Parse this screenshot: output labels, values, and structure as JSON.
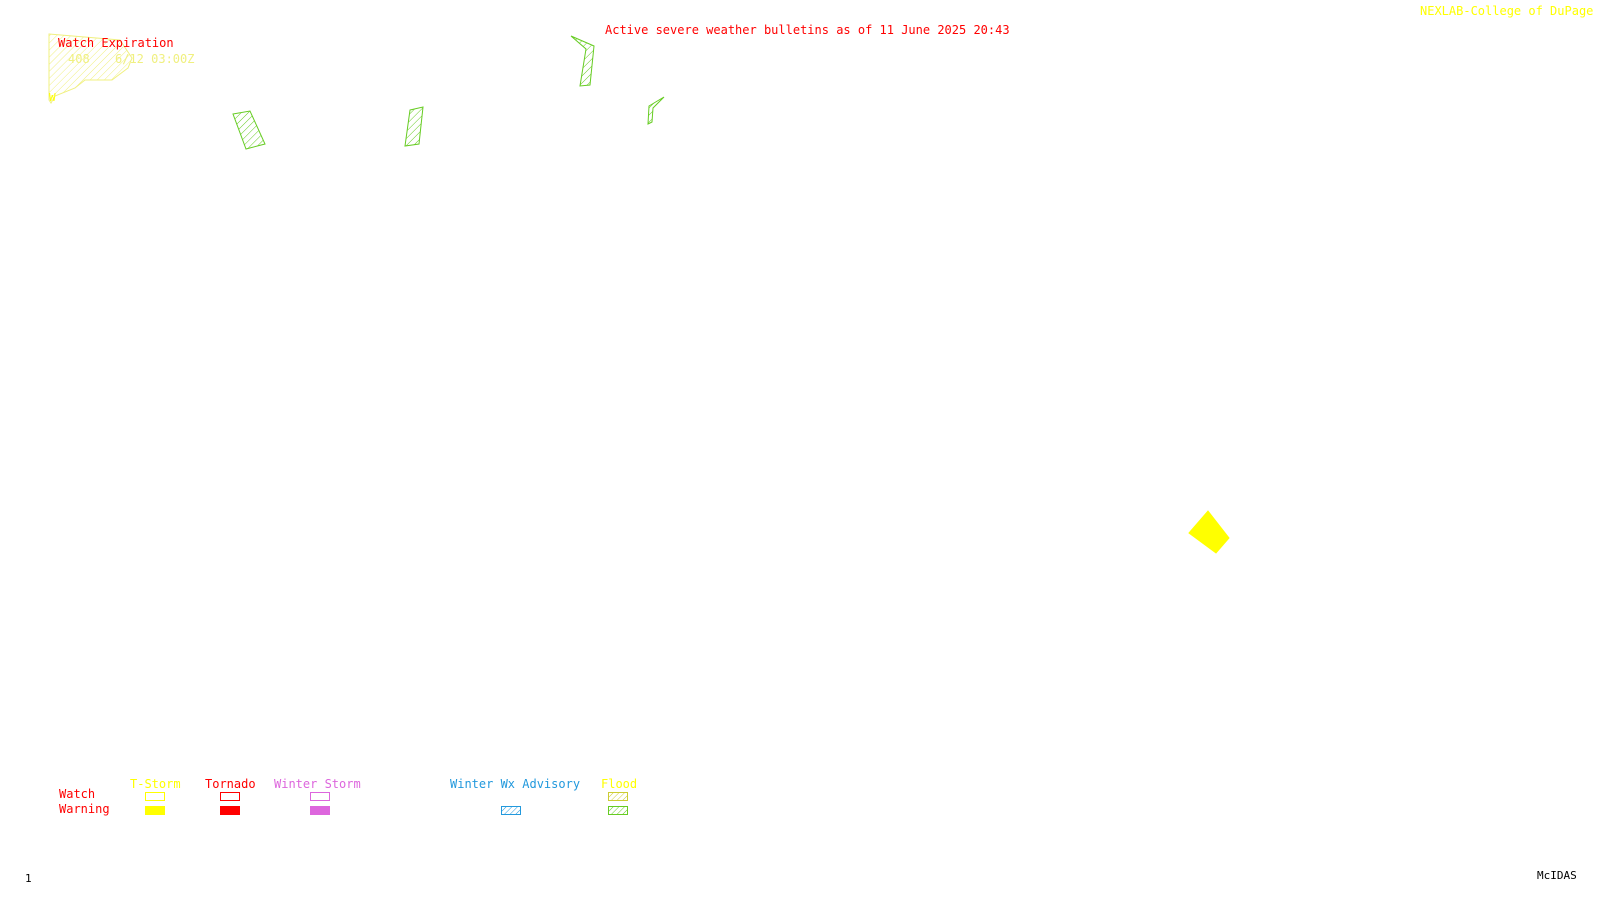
{
  "header": {
    "title": "Active severe weather bulletins as of 11 June 2025 20:43",
    "credit": "NEXLAB-College of DuPage R"
  },
  "watch_expiration": {
    "heading": "Watch Expiration",
    "entries": [
      {
        "watch_id": "408",
        "expires": "6/12 03:00Z"
      }
    ],
    "marker": "W"
  },
  "colors": {
    "tstorm": "#ffff00",
    "tornado": "#ff0000",
    "winter_storm": "#dd66dd",
    "winter_advisory": "#2299dd",
    "flood": "#66cc22",
    "flood_watch": "#dddd33"
  },
  "legend": {
    "row_watch": "Watch",
    "row_warning": "Warning",
    "columns": [
      {
        "id": "tstorm",
        "label": "T-Storm"
      },
      {
        "id": "tornado",
        "label": "Tornado"
      },
      {
        "id": "winter_storm",
        "label": "Winter Storm"
      },
      {
        "id": "winter_advisory",
        "label": "Winter Wx Advisory"
      },
      {
        "id": "flood",
        "label": "Flood"
      }
    ]
  },
  "footer": {
    "frame_number": "1",
    "software": "McIDAS"
  }
}
